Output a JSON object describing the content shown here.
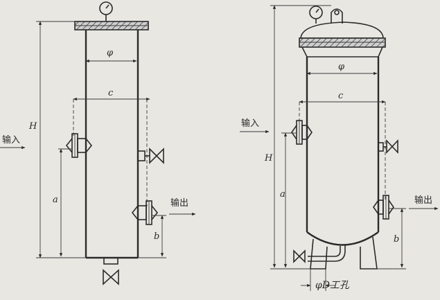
{
  "left_filter": {
    "dim_height": "H",
    "dim_diameter": "φ",
    "dim_spacing": "c",
    "dim_inlet_height": "a",
    "dim_outlet_height": "b",
    "inlet_label": "输入",
    "outlet_label": "输出"
  },
  "right_filter": {
    "dim_height": "H",
    "dim_diameter": "φ",
    "dim_spacing": "c",
    "dim_inlet_height": "a",
    "dim_outlet_height": "b",
    "inlet_label": "输入",
    "outlet_label": "输出",
    "base_hole_label": "φD工孔"
  }
}
